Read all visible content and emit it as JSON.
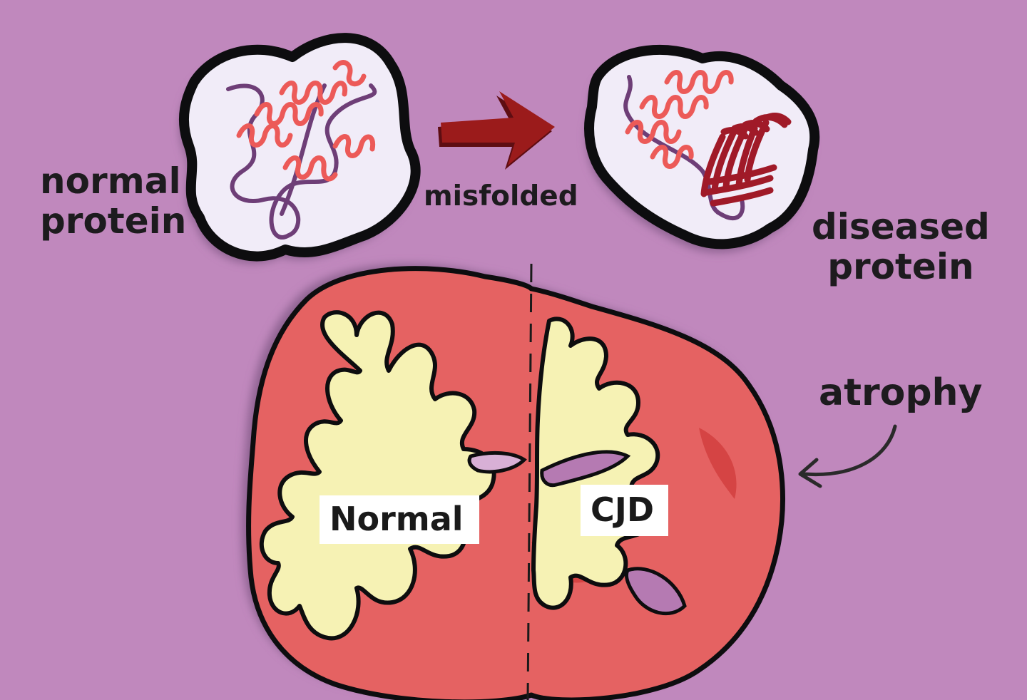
{
  "labels": {
    "normal_protein": [
      "normal",
      "protein"
    ],
    "misfolded": "misfolded",
    "diseased_protein": [
      "diseased",
      "protein"
    ],
    "atrophy": "atrophy",
    "normal_tag": "Normal",
    "cjd_tag": "CJD"
  },
  "colors": {
    "background": "#c088bd",
    "shadow": "#8f6392",
    "outline": "#0d0d0f",
    "protein_fill": "#f1ecf8",
    "helix": "#ec5a58",
    "dark_helix": "#a01a28",
    "strand": "#6e3e77",
    "arrow": "#9b1b1b",
    "cortex": "#e56262",
    "white_matter": "#f6f2b4"
  },
  "icons": [
    "misfold-arrow-icon",
    "atrophy-pointer-arrow-icon"
  ]
}
